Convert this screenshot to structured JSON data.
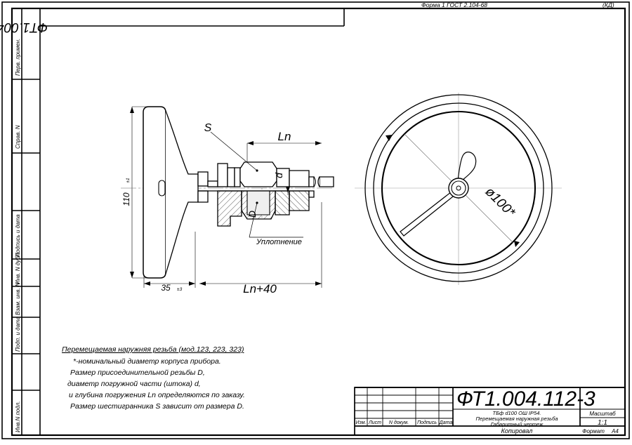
{
  "sheet": {
    "form_note": "Форма  1    ГОСТ 2.104-68",
    "kd_note": "(КД)",
    "header_code": "ФТ1.004.112-3"
  },
  "sidebar": {
    "items": [
      {
        "label": "Перв. примен."
      },
      {
        "label": "Справ. N"
      },
      {
        "label": "Подпись и дата"
      },
      {
        "label": "Инв. N дубл."
      },
      {
        "label": "Взам. инв. N"
      },
      {
        "label": "Подп. и дата"
      },
      {
        "label": "Инв.N подл."
      }
    ]
  },
  "side_view": {
    "dim_height": "110",
    "dim_height_tol": "±1",
    "dim_thickness": "35",
    "dim_thickness_tol": "±3",
    "dim_ln": "Ln",
    "dim_total": "Ln+40",
    "label_s": "S",
    "label_d": "d",
    "label_big_d": "D",
    "label_seal": "Уплотнение"
  },
  "front_view": {
    "dim_diameter": "ø100*"
  },
  "notes": {
    "title": "Перемещаемая наружняя резьба (мод.123, 223, 323)",
    "lines": [
      "*-номинальный диаметр корпуса прибора.",
      "Размер присоединительной резьбы D,",
      "диаметр погружной части (штока) d,",
      "и глубина погружения Ln определяются по заказу.",
      "Размер шестигранника S зависит от размера D."
    ]
  },
  "title_block": {
    "columns": [
      "Изм.",
      "Лист",
      "N докум.",
      "Подпись",
      "Дата"
    ],
    "designation": "ФТ1.004.112-3",
    "name_line1": "ТБф d100 ОШ IP54.",
    "name_line2": "Перемещаемая наружная резьба",
    "name_line3": "Габаритный чертеж",
    "scale_label": "Масштаб",
    "scale_value": "1:1",
    "copied_label": "Копировал",
    "format_label": "Формат",
    "format_value": "А4"
  }
}
